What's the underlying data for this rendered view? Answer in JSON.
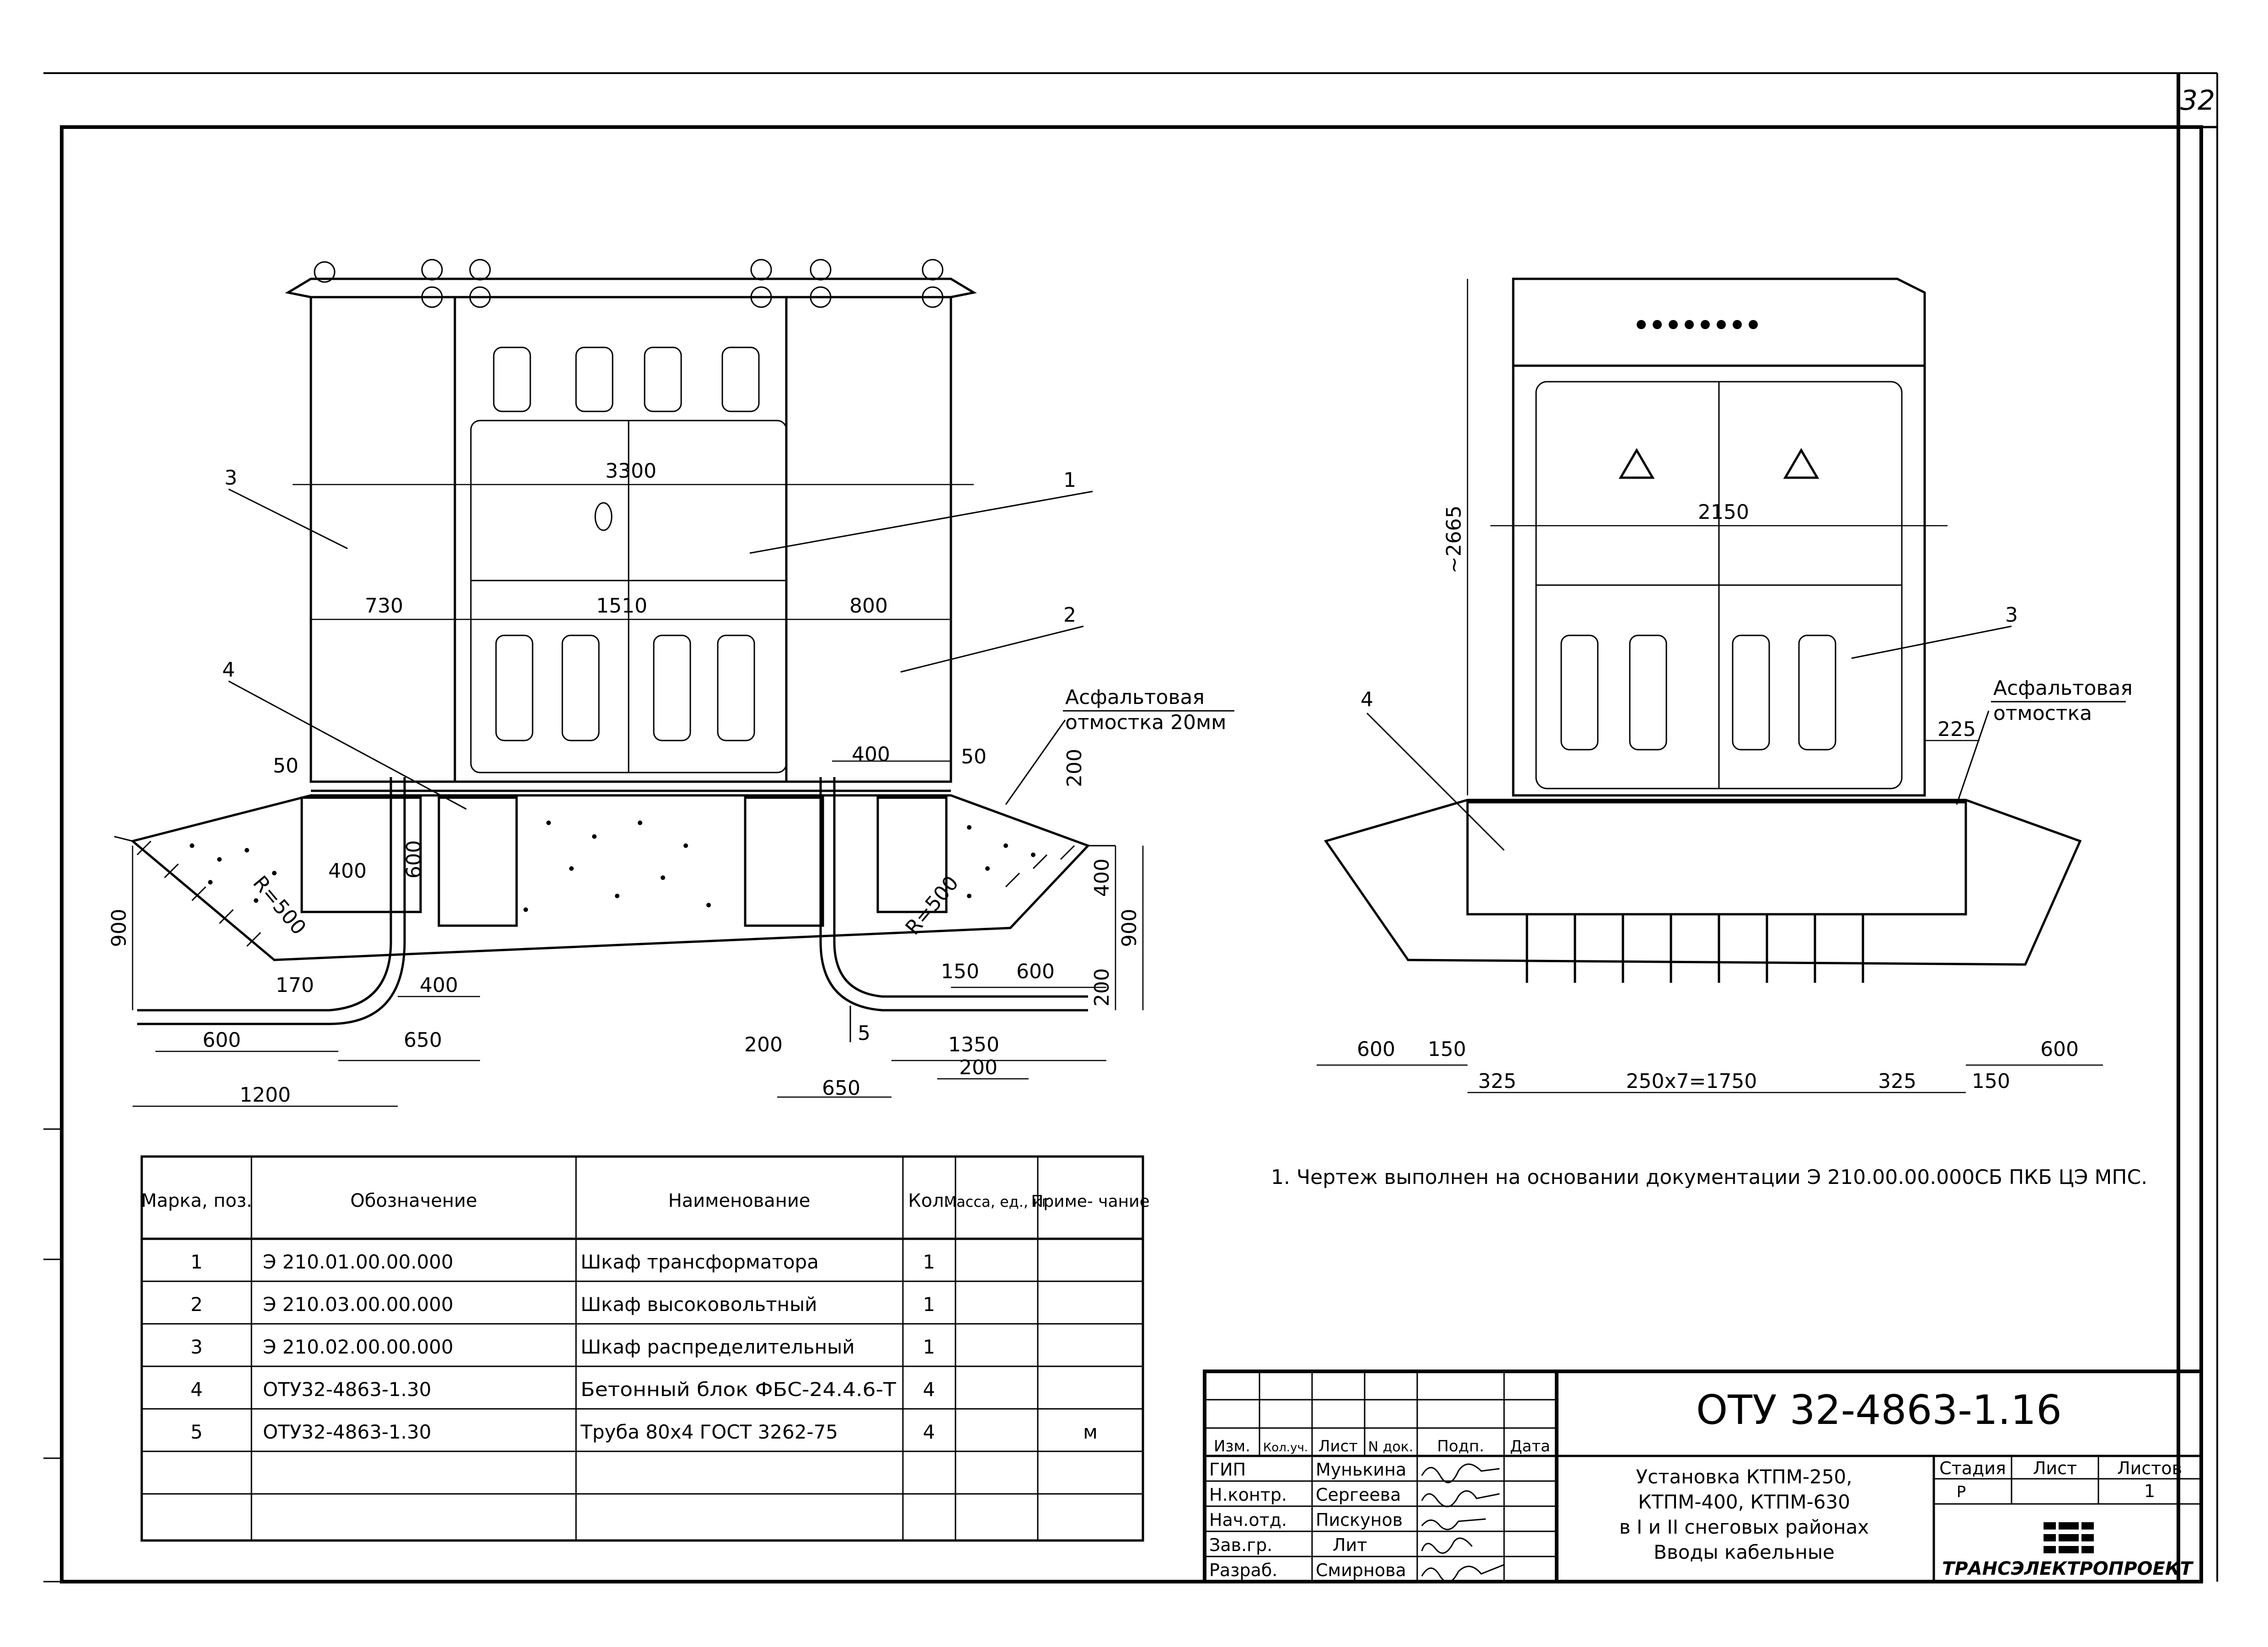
{
  "sheet": {
    "number": "32"
  },
  "front_view": {
    "dims": {
      "overall": "3300",
      "left": "730",
      "middle": "1510",
      "right": "800",
      "d50_left": "50",
      "d400_right": "400",
      "d50_right": "50",
      "d200_v": "200",
      "d400_v": "400",
      "d900_right": "900",
      "d200_v2": "200",
      "d900_left": "900",
      "d600_v": "600",
      "d400_left": "400",
      "r500_left": "R=500",
      "r500_right": "R=500",
      "d170": "170",
      "d400_b": "400",
      "d600_b": "600",
      "d650_b": "650",
      "d1200": "1200",
      "d200_b": "200",
      "d150_b": "150",
      "d600_r": "600",
      "d1350": "1350",
      "d200_r": "200",
      "d650_r": "650"
    },
    "labels": {
      "p1": "1",
      "p2": "2",
      "p3": "3",
      "p4": "4",
      "p5": "5"
    },
    "note_line1": "Асфальтовая",
    "note_line2": "отмостка 20мм"
  },
  "side_view": {
    "dims": {
      "height": "~2665",
      "width": "2150",
      "d225": "225",
      "d600_l": "600",
      "d150_l": "150",
      "d325_l": "325",
      "span": "250х7=1750",
      "d325_r": "325",
      "d600_r": "600",
      "d150_r": "150"
    },
    "labels": {
      "p3": "3",
      "p4": "4"
    },
    "note_line1": "Асфальтовая",
    "note_line2": "отмостка"
  },
  "note": "1. Чертеж выполнен на основании документации Э 210.00.00.000СБ ПКБ ЦЭ МПС.",
  "spec_table": {
    "headers": [
      "Марка, поз.",
      "Обозначение",
      "Наименование",
      "Кол.",
      "Масса, ед., кг",
      "Приме- чание"
    ],
    "rows": [
      [
        "1",
        "Э 210.01.00.00.000",
        "Шкаф трансформатора",
        "1",
        "",
        ""
      ],
      [
        "2",
        "Э 210.03.00.00.000",
        "Шкаф высоковольтный",
        "1",
        "",
        ""
      ],
      [
        "3",
        "Э 210.02.00.00.000",
        "Шкаф распределительный",
        "1",
        "",
        ""
      ],
      [
        "4",
        "ОТУ32-4863-1.30",
        "Бетонный блок ФБС-24.4.6-Т",
        "4",
        "",
        ""
      ],
      [
        "5",
        "ОТУ32-4863-1.30",
        "Труба 80х4  ГОСТ 3262-75",
        "4",
        "",
        "м"
      ],
      [
        "",
        "",
        "",
        "",
        "",
        ""
      ],
      [
        "",
        "",
        "",
        "",
        "",
        ""
      ]
    ]
  },
  "title_block": {
    "doc_code": "ОТУ 32-4863-1.16",
    "title_lines": [
      "Установка КТПМ-250,",
      "КТПМ-400, КТПМ-630",
      "в I и II снеговых районах",
      "Вводы кабельные"
    ],
    "col_headers": [
      "Изм.",
      "Кол.уч.",
      "Лист",
      "N док.",
      "Подп.",
      "Дата"
    ],
    "people": [
      {
        "role": "ГИП",
        "name": "Мунькина"
      },
      {
        "role": "Н.контр.",
        "name": "Сергеева"
      },
      {
        "role": "Нач.отд.",
        "name": "Пискунов"
      },
      {
        "role": "Зав.гр.",
        "name": "Лит"
      },
      {
        "role": "Разраб.",
        "name": "Смирнова"
      }
    ],
    "stage_header": "Стадия",
    "sheet_header": "Лист",
    "sheets_header": "Листов",
    "stage": "Р",
    "sheets": "1",
    "company": "ТРАНСЭЛЕКТРОПРОЕКТ"
  }
}
